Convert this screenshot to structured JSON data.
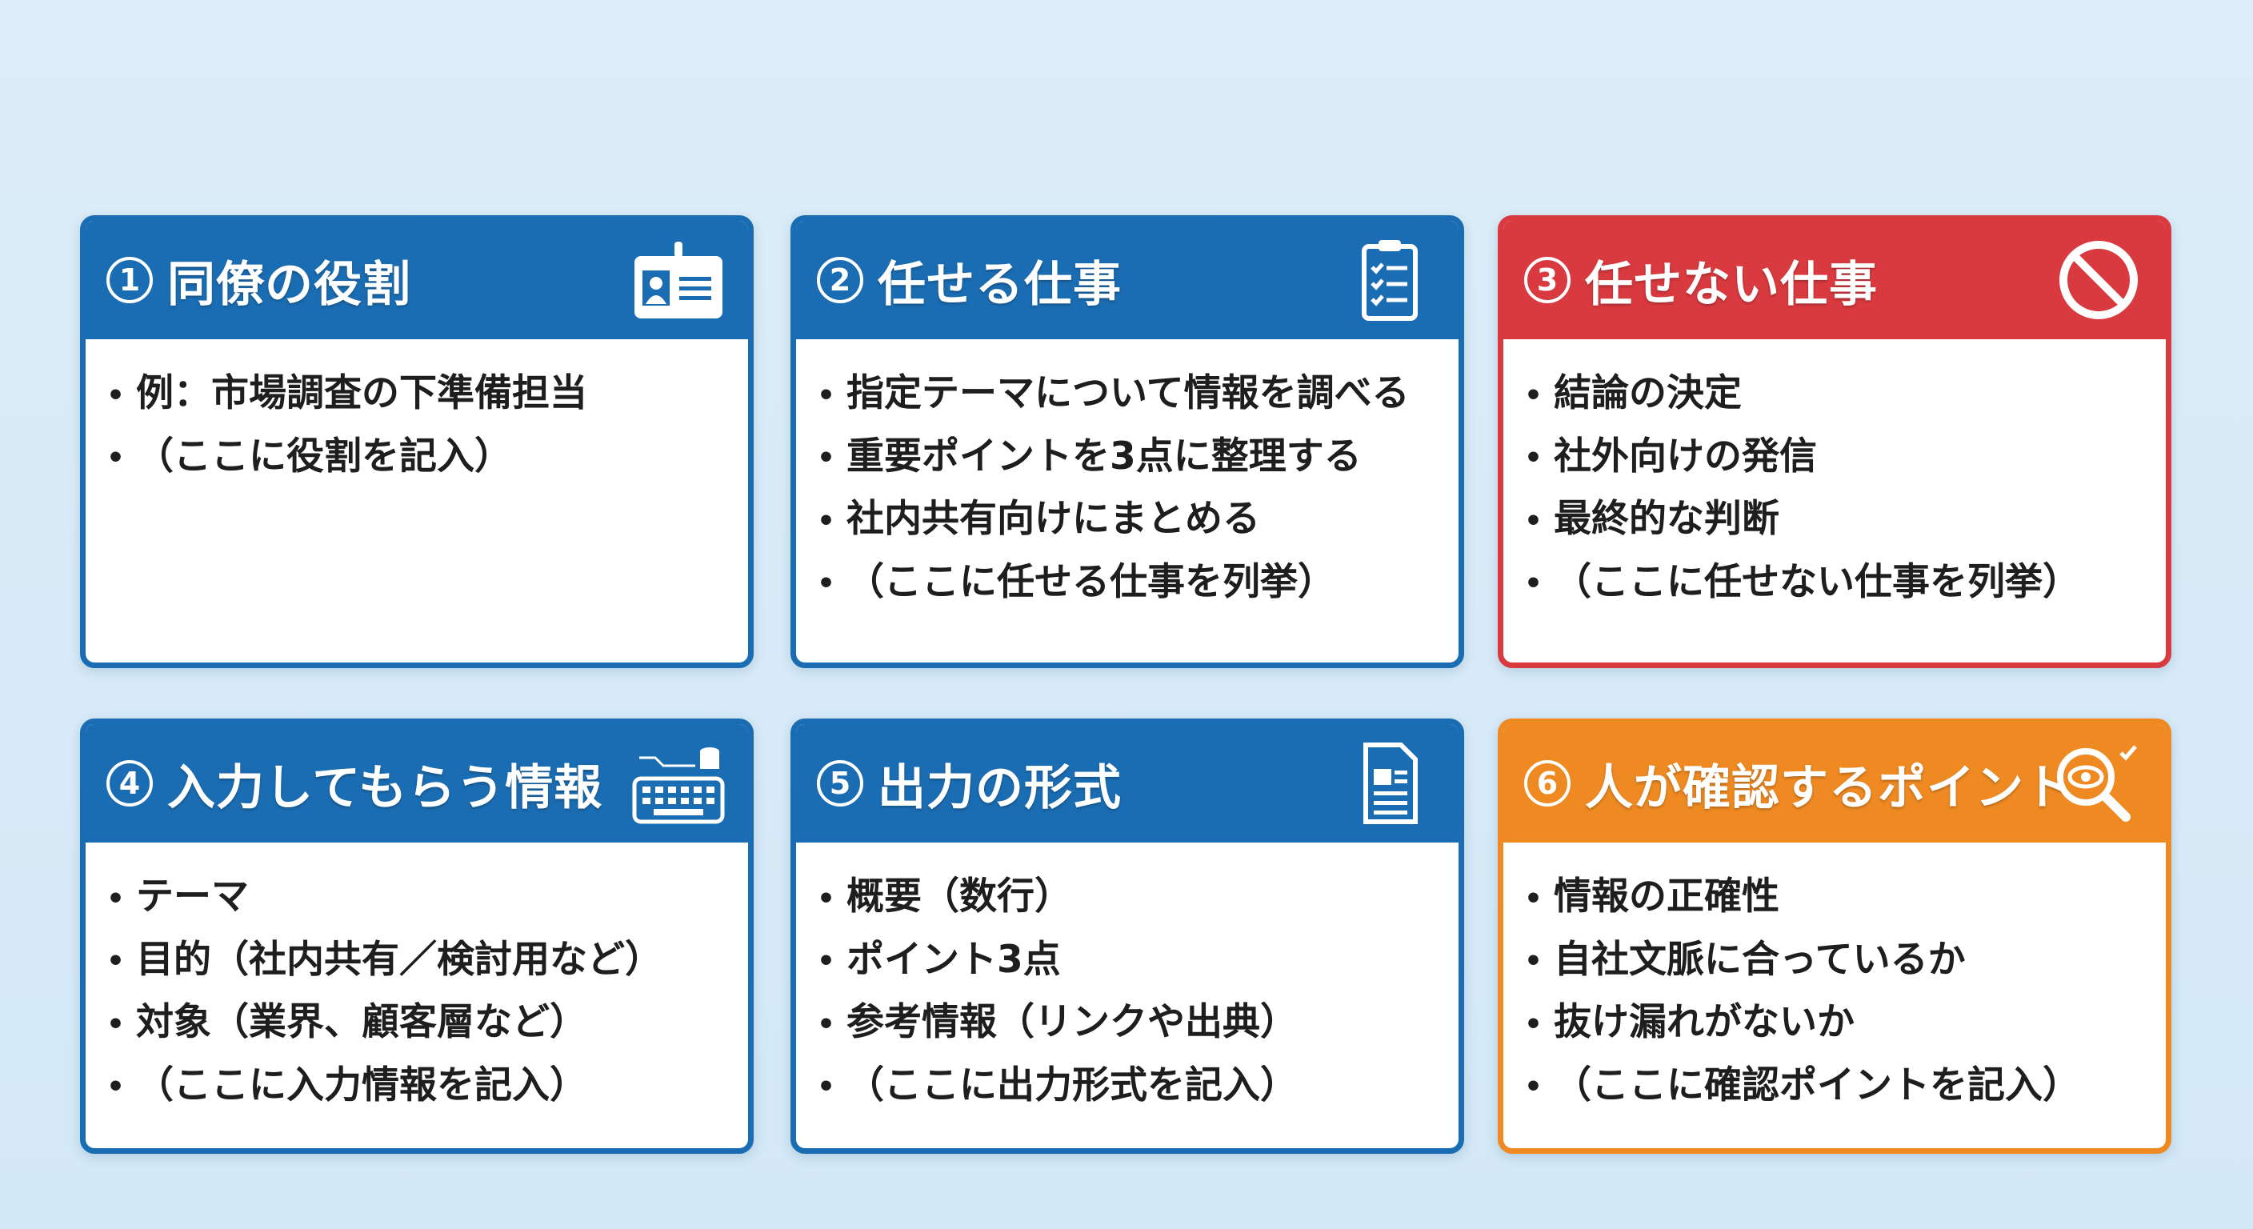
{
  "cards": [
    {
      "number": "1",
      "title": "同僚の役割",
      "icon": "id-badge-icon",
      "color": "#1b6db3",
      "items": [
        "例：市場調査の下準備担当",
        "（ここに役割を記入）"
      ]
    },
    {
      "number": "2",
      "title": "任せる仕事",
      "icon": "clipboard-checklist-icon",
      "color": "#1b6db3",
      "items": [
        "指定テーマについて情報を調べる",
        "重要ポイントを3点に整理する",
        "社内共有向けにまとめる",
        "（ここに任せる仕事を列挙）"
      ]
    },
    {
      "number": "3",
      "title": "任せない仕事",
      "icon": "prohibited-icon",
      "color": "#d93a3f",
      "items": [
        "結論の決定",
        "社外向けの発信",
        "最終的な判断",
        "（ここに任せない仕事を列挙）"
      ]
    },
    {
      "number": "4",
      "title": "入力してもらう情報",
      "icon": "keyboard-database-icon",
      "color": "#1b6db3",
      "items": [
        "テーマ",
        "目的（社内共有／検討用など）",
        "対象（業界、顧客層など）",
        "（ここに入力情報を記入）"
      ]
    },
    {
      "number": "5",
      "title": "出力の形式",
      "icon": "document-icon",
      "color": "#1b6db3",
      "items": [
        "概要（数行）",
        "ポイント3点",
        "参考情報（リンクや出典）",
        "（ここに出力形式を記入）"
      ]
    },
    {
      "number": "6",
      "title": "人が確認するポイント",
      "icon": "magnifier-eye-check-icon",
      "color": "#ef8a22",
      "items": [
        "情報の正確性",
        "自社文脈に合っているか",
        "抜け漏れがないか",
        "（ここに確認ポイントを記入）"
      ]
    }
  ]
}
